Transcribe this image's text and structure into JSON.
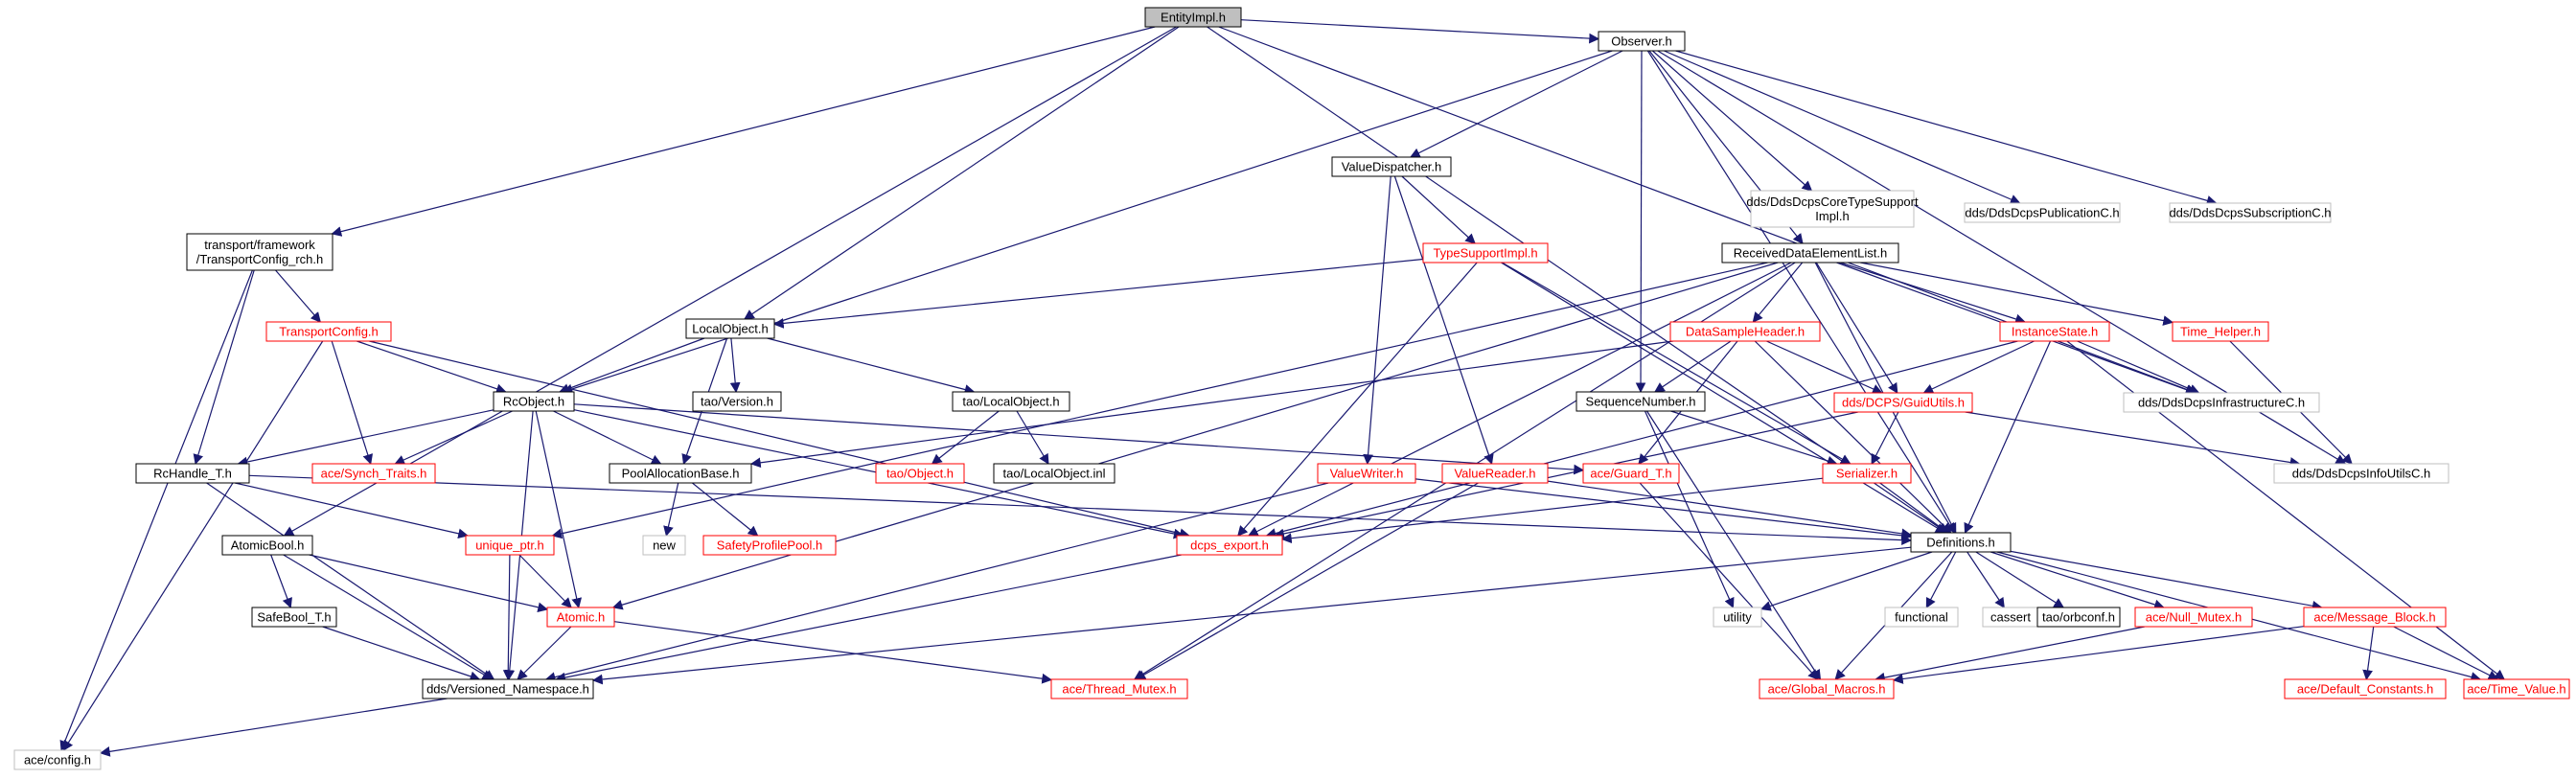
{
  "colors": {
    "edge": "#191970",
    "border_black": "#000000",
    "border_red": "#ff0000",
    "border_gray": "#bfbfbf",
    "text_black": "#000000",
    "text_red": "#ff0000",
    "text_gray": "#000000",
    "root_fill": "#bfbfbf",
    "node_fill": "#ffffff"
  },
  "nodes": {
    "entityimpl": {
      "label": "EntityImpl.h",
      "style": "root"
    },
    "observer": {
      "label": "Observer.h",
      "style": "black"
    },
    "transportconfig_rch": {
      "label": "transport/framework\n/TransportConfig_rch.h",
      "style": "black"
    },
    "localobject": {
      "label": "LocalObject.h",
      "style": "black"
    },
    "atomicbool": {
      "label": "AtomicBool.h",
      "style": "black"
    },
    "definitions": {
      "label": "Definitions.h",
      "style": "black"
    },
    "valuedispatcher": {
      "label": "ValueDispatcher.h",
      "style": "black"
    },
    "corets": {
      "label": "dds/DdsDcpsCoreTypeSupport\nImpl.h",
      "style": "gray"
    },
    "publicationc": {
      "label": "dds/DdsDcpsPublicationC.h",
      "style": "gray"
    },
    "subscriptionc": {
      "label": "dds/DdsDcpsSubscriptionC.h",
      "style": "gray"
    },
    "receiveddel": {
      "label": "ReceivedDataElementList.h",
      "style": "black"
    },
    "sequencenumber": {
      "label": "SequenceNumber.h",
      "style": "black"
    },
    "rcobject": {
      "label": "RcObject.h",
      "style": "black"
    },
    "infrastructurec": {
      "label": "dds/DdsDcpsInfrastructureC.h",
      "style": "gray"
    },
    "typesupportimpl": {
      "label": "TypeSupportImpl.h",
      "style": "red"
    },
    "valuewriter": {
      "label": "ValueWriter.h",
      "style": "red"
    },
    "valuereader": {
      "label": "ValueReader.h",
      "style": "red"
    },
    "transportconfig": {
      "label": "TransportConfig.h",
      "style": "red"
    },
    "rchandle": {
      "label": "RcHandle_T.h",
      "style": "black"
    },
    "config": {
      "label": "ace/config.h",
      "style": "gray"
    },
    "synchtraits": {
      "label": "ace/Synch_Traits.h",
      "style": "red"
    },
    "dcpsexport": {
      "label": "dcps_export.h",
      "style": "red"
    },
    "taoversion": {
      "label": "tao/Version.h",
      "style": "black"
    },
    "taolocalobject": {
      "label": "tao/LocalObject.h",
      "style": "black"
    },
    "poolallocationbase": {
      "label": "PoolAllocationBase.h",
      "style": "black"
    },
    "uniqueptr": {
      "label": "unique_ptr.h",
      "style": "red"
    },
    "atomic": {
      "label": "Atomic.h",
      "style": "red"
    },
    "versionednamespace": {
      "label": "dds/Versioned_Namespace.h",
      "style": "black"
    },
    "safeboolt": {
      "label": "SafeBool_T.h",
      "style": "black"
    },
    "aceguard": {
      "label": "ace/Guard_T.h",
      "style": "red"
    },
    "taoobject": {
      "label": "tao/Object.h",
      "style": "red"
    },
    "taolocalobjectinl": {
      "label": "tao/LocalObject.inl",
      "style": "black"
    },
    "new": {
      "label": "new",
      "style": "gray"
    },
    "safetyprofilepool": {
      "label": "SafetyProfilePool.h",
      "style": "red"
    },
    "datasampleheader": {
      "label": "DataSampleHeader.h",
      "style": "red"
    },
    "guidutils": {
      "label": "dds/DCPS/GuidUtils.h",
      "style": "red"
    },
    "serializer": {
      "label": "Serializer.h",
      "style": "red"
    },
    "instancestate": {
      "label": "InstanceState.h",
      "style": "red"
    },
    "timehelper": {
      "label": "Time_Helper.h",
      "style": "red"
    },
    "infoutilsc": {
      "label": "dds/DdsDcpsInfoUtilsC.h",
      "style": "gray"
    },
    "threadmutex": {
      "label": "ace/Thread_Mutex.h",
      "style": "red"
    },
    "globalmacros": {
      "label": "ace/Global_Macros.h",
      "style": "red"
    },
    "utility": {
      "label": "utility",
      "style": "gray"
    },
    "functional": {
      "label": "functional",
      "style": "gray"
    },
    "cassert": {
      "label": "cassert",
      "style": "gray"
    },
    "orbconf": {
      "label": "tao/orbconf.h",
      "style": "black"
    },
    "nullmutex": {
      "label": "ace/Null_Mutex.h",
      "style": "red"
    },
    "messageblock": {
      "label": "ace/Message_Block.h",
      "style": "red"
    },
    "defaultconstants": {
      "label": "ace/Default_Constants.h",
      "style": "red"
    },
    "timevalue": {
      "label": "ace/Time_Value.h",
      "style": "red"
    }
  },
  "edges": [
    [
      "entityimpl",
      "observer"
    ],
    [
      "entityimpl",
      "transportconfig_rch"
    ],
    [
      "entityimpl",
      "localobject"
    ],
    [
      "entityimpl",
      "atomicbool"
    ],
    [
      "entityimpl",
      "definitions"
    ],
    [
      "entityimpl",
      "infrastructurec"
    ],
    [
      "observer",
      "valuedispatcher"
    ],
    [
      "observer",
      "corets"
    ],
    [
      "observer",
      "publicationc"
    ],
    [
      "observer",
      "subscriptionc"
    ],
    [
      "observer",
      "receiveddel"
    ],
    [
      "observer",
      "sequencenumber"
    ],
    [
      "observer",
      "rcobject"
    ],
    [
      "observer",
      "definitions"
    ],
    [
      "observer",
      "infoutilsc"
    ],
    [
      "transportconfig_rch",
      "transportconfig"
    ],
    [
      "transportconfig_rch",
      "rchandle"
    ],
    [
      "transportconfig_rch",
      "config"
    ],
    [
      "transportconfig",
      "rcobject"
    ],
    [
      "transportconfig",
      "synchtraits"
    ],
    [
      "transportconfig",
      "dcpsexport"
    ],
    [
      "transportconfig",
      "config"
    ],
    [
      "valuedispatcher",
      "typesupportimpl"
    ],
    [
      "valuedispatcher",
      "valuewriter"
    ],
    [
      "valuedispatcher",
      "valuereader"
    ],
    [
      "typesupportimpl",
      "localobject"
    ],
    [
      "typesupportimpl",
      "dcpsexport"
    ],
    [
      "typesupportimpl",
      "definitions"
    ],
    [
      "typesupportimpl",
      "serializer"
    ],
    [
      "localobject",
      "rcobject"
    ],
    [
      "localobject",
      "taoversion"
    ],
    [
      "localobject",
      "taolocalobject"
    ],
    [
      "localobject",
      "poolallocationbase"
    ],
    [
      "taolocalobject",
      "taoobject"
    ],
    [
      "taolocalobject",
      "taolocalobjectinl"
    ],
    [
      "rcobject",
      "rchandle"
    ],
    [
      "rcobject",
      "synchtraits"
    ],
    [
      "rcobject",
      "poolallocationbase"
    ],
    [
      "rcobject",
      "aceguard"
    ],
    [
      "rcobject",
      "atomic"
    ],
    [
      "rcobject",
      "versionednamespace"
    ],
    [
      "rcobject",
      "dcpsexport"
    ],
    [
      "rchandle",
      "uniqueptr"
    ],
    [
      "rchandle",
      "definitions"
    ],
    [
      "rchandle",
      "versionednamespace"
    ],
    [
      "uniqueptr",
      "atomic"
    ],
    [
      "uniqueptr",
      "versionednamespace"
    ],
    [
      "atomicbool",
      "safeboolt"
    ],
    [
      "atomicbool",
      "atomic"
    ],
    [
      "atomicbool",
      "versionednamespace"
    ],
    [
      "safeboolt",
      "versionednamespace"
    ],
    [
      "atomic",
      "versionednamespace"
    ],
    [
      "atomic",
      "threadmutex"
    ],
    [
      "poolallocationbase",
      "new"
    ],
    [
      "poolallocationbase",
      "safetyprofilepool"
    ],
    [
      "receiveddel",
      "datasampleheader"
    ],
    [
      "receiveddel",
      "guidutils"
    ],
    [
      "receiveddel",
      "instancestate"
    ],
    [
      "receiveddel",
      "timehelper"
    ],
    [
      "receiveddel",
      "infrastructurec"
    ],
    [
      "receiveddel",
      "dcpsexport"
    ],
    [
      "receiveddel",
      "atomic"
    ],
    [
      "receiveddel",
      "uniqueptr"
    ],
    [
      "receiveddel",
      "threadmutex"
    ],
    [
      "receiveddel",
      "definitions"
    ],
    [
      "datasampleheader",
      "sequencenumber"
    ],
    [
      "datasampleheader",
      "guidutils"
    ],
    [
      "datasampleheader",
      "aceguard"
    ],
    [
      "datasampleheader",
      "definitions"
    ],
    [
      "datasampleheader",
      "poolallocationbase"
    ],
    [
      "guidutils",
      "serializer"
    ],
    [
      "guidutils",
      "dcpsexport"
    ],
    [
      "guidutils",
      "infoutilsc"
    ],
    [
      "sequencenumber",
      "serializer"
    ],
    [
      "sequencenumber",
      "utility"
    ],
    [
      "sequencenumber",
      "globalmacros"
    ],
    [
      "instancestate",
      "guidutils"
    ],
    [
      "instancestate",
      "definitions"
    ],
    [
      "instancestate",
      "infrastructurec"
    ],
    [
      "instancestate",
      "timevalue"
    ],
    [
      "instancestate",
      "dcpsexport"
    ],
    [
      "timehelper",
      "infoutilsc"
    ],
    [
      "serializer",
      "dcpsexport"
    ],
    [
      "serializer",
      "definitions"
    ],
    [
      "valuewriter",
      "definitions"
    ],
    [
      "valuewriter",
      "versionednamespace"
    ],
    [
      "valuereader",
      "definitions"
    ],
    [
      "valuereader",
      "threadmutex"
    ],
    [
      "aceguard",
      "globalmacros"
    ],
    [
      "dcpsexport",
      "versionednamespace"
    ],
    [
      "definitions",
      "utility"
    ],
    [
      "definitions",
      "functional"
    ],
    [
      "definitions",
      "cassert"
    ],
    [
      "definitions",
      "orbconf"
    ],
    [
      "definitions",
      "nullmutex"
    ],
    [
      "definitions",
      "messageblock"
    ],
    [
      "definitions",
      "globalmacros"
    ],
    [
      "definitions",
      "versionednamespace"
    ],
    [
      "definitions",
      "timevalue"
    ],
    [
      "nullmutex",
      "globalmacros"
    ],
    [
      "messageblock",
      "defaultconstants"
    ],
    [
      "messageblock",
      "timevalue"
    ],
    [
      "messageblock",
      "globalmacros"
    ],
    [
      "versionednamespace",
      "config"
    ]
  ]
}
